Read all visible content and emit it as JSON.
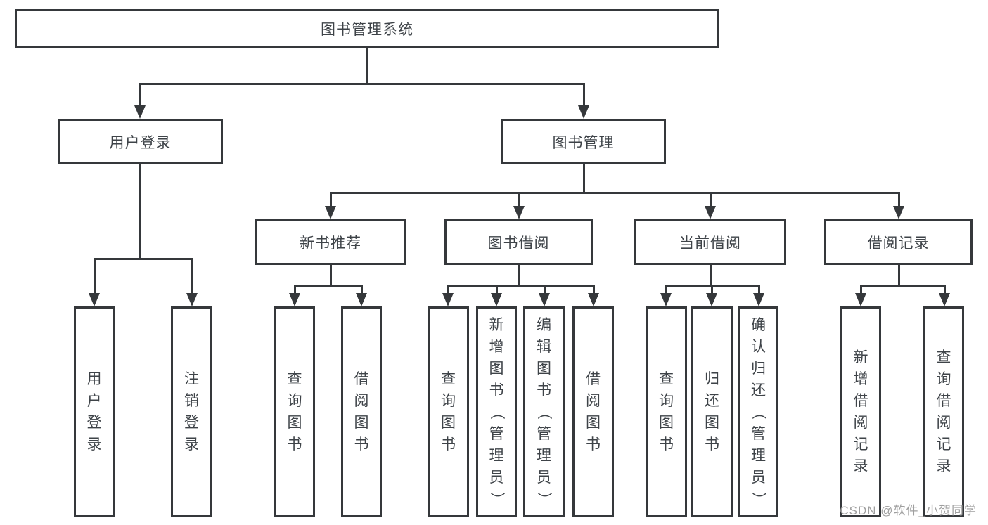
{
  "diagram": {
    "root": {
      "label": "图书管理系统"
    },
    "level2": [
      {
        "label": "用户登录"
      },
      {
        "label": "图书管理"
      }
    ],
    "level3": [
      {
        "label": "新书推荐"
      },
      {
        "label": "图书借阅"
      },
      {
        "label": "当前借阅"
      },
      {
        "label": "借阅记录"
      }
    ],
    "leaves": [
      {
        "label": "用户登录"
      },
      {
        "label": "注销登录"
      },
      {
        "label": "查询图书"
      },
      {
        "label": "借阅图书"
      },
      {
        "label": "查询图书"
      },
      {
        "label": "新增图书（管理员）"
      },
      {
        "label": "编辑图书（管理员）"
      },
      {
        "label": "借阅图书"
      },
      {
        "label": "查询图书"
      },
      {
        "label": "归还图书"
      },
      {
        "label": "确认归还（管理员）"
      },
      {
        "label": "新增借阅记录"
      },
      {
        "label": "查询借阅记录"
      }
    ],
    "colors": {
      "border": "#35383b",
      "line": "#35383b",
      "text": "#3e4348",
      "background": "#ffffff",
      "watermark": "#9f9f9f"
    }
  },
  "watermark": {
    "text": "CSDN @软件_小贺同学"
  }
}
